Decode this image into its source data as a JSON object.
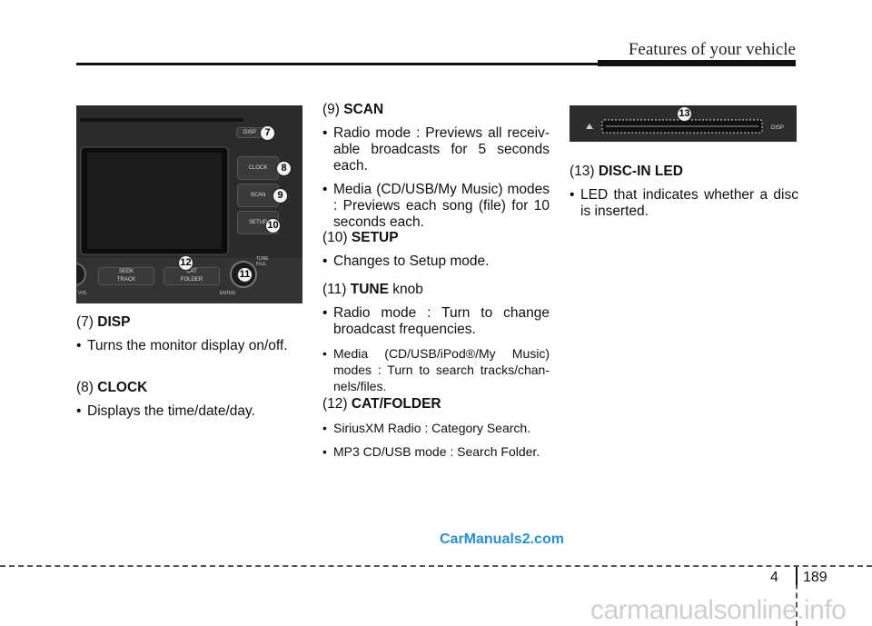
{
  "header": {
    "title": "Features of your vehicle"
  },
  "figure1": {
    "callouts": [
      "7",
      "8",
      "9",
      "10",
      "11",
      "12"
    ],
    "buttons": {
      "disp": "DISP",
      "clock": "CLOCK",
      "scan": "SCAN",
      "setup": "SETUP",
      "seek": "SEEK\nTRACK",
      "cat": "CAT\nFOLDER",
      "tune": "TUNE\nFILE",
      "vol": "VOL",
      "enter": "ENTER"
    }
  },
  "figure2": {
    "callout": "13",
    "disp": "DISP"
  },
  "sections": {
    "s7": {
      "num": "(7)",
      "name": "DISP",
      "bullets": [
        "Turns the monitor display on/off."
      ]
    },
    "s8": {
      "num": "(8)",
      "name": "CLOCK",
      "bullets": [
        "Displays the time/date/day."
      ]
    },
    "s9": {
      "num": "(9)",
      "name": "SCAN",
      "bullets": [
        "Radio mode : Previews all receiv-able broadcasts for 5 seconds each.",
        "Media (CD/USB/My Music) modes : Previews each song (file) for 10 seconds each."
      ]
    },
    "s10": {
      "num": "(10)",
      "name": "SETUP",
      "bullets": [
        "Changes to Setup mode."
      ]
    },
    "s11": {
      "num": "(11)",
      "name": "TUNE",
      "suffix": "knob",
      "bullets": [
        "Radio mode : Turn to change broadcast frequencies.",
        "Media (CD/USB/iPod®/My Music) modes : Turn to search tracks/chan-nels/files."
      ]
    },
    "s12": {
      "num": "(12)",
      "name": "CAT/FOLDER",
      "bullets": [
        "SiriusXM Radio : Category Search.",
        "MP3 CD/USB mode : Search Folder."
      ]
    },
    "s13": {
      "num": "(13)",
      "name": "DISC-IN LED",
      "bullets": [
        "LED that indicates whether a disc is inserted."
      ]
    }
  },
  "footer": {
    "chapter": "4",
    "page": "189",
    "watermark": "CarManuals2.com",
    "watermark2": "carmanualsonline.info"
  }
}
